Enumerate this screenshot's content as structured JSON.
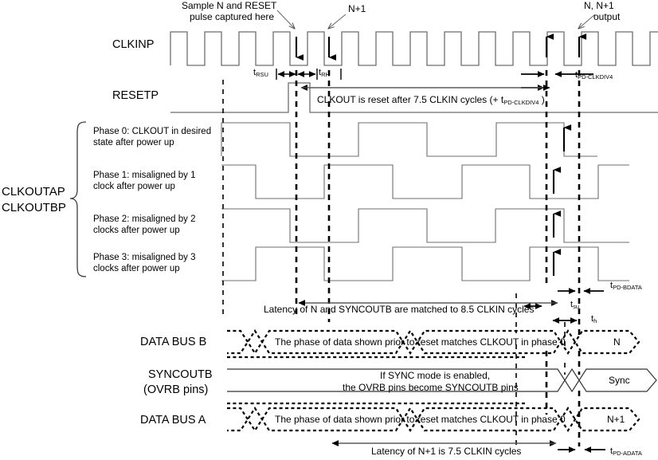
{
  "diagram": {
    "title": "CLKOUT reset and data latency timing diagram",
    "colors": {
      "wave": "#6e6e6e",
      "ink": "#000000",
      "bg": "#ffffff"
    }
  },
  "signals": {
    "clkinp": "CLKINP",
    "resetp": "RESETP",
    "clkout_group_line1": "CLKOUTAP",
    "clkout_group_line2": "CLKOUTBP",
    "data_bus_b": "DATA BUS B",
    "syncoutb_line1": "SYNCOUTB",
    "syncoutb_line2": "(OVRB pins)",
    "data_bus_a": "DATA BUS A"
  },
  "callouts": {
    "sample_line1": "Sample N and RESET",
    "sample_line2": "pulse captured here",
    "n_plus_1": "N+1",
    "output_line1": "N, N+1",
    "output_line2": "output"
  },
  "timing_marks": {
    "t_rsu_base": "t",
    "t_rsu_sub": "RSU",
    "t_rh_base": "t",
    "t_rh_sub": "RH",
    "t_pd_clkdiv4_base": "t",
    "t_pd_clkdiv4_sub": "PD-CLKDIV4",
    "t_pd_bdata_base": "t",
    "t_pd_bdata_sub": "PD-BDATA",
    "t_pd_adata_base": "t",
    "t_pd_adata_sub": "PD-ADATA",
    "t_su_base": "t",
    "t_su_sub": "su",
    "t_h_base": "t",
    "t_h_sub": "h"
  },
  "annotations": {
    "clkout_reset_pre": "CLKOUT is reset after 7.5 CLKIN cycles (+ t",
    "clkout_reset_sub": "PD-CLKDIV4",
    "clkout_reset_post": " )",
    "latency_n_sync": "Latency of N and SYNCOUTB are matched to 8.5 CLKIN cycles",
    "latency_n1": "Latency of N+1 is 7.5 CLKIN cycles",
    "bus_b_note": "The phase of data shown prior to reset matches CLKOUT in phase 0",
    "bus_a_note": "The phase of data shown prior to reset matches CLKOUT in phase 0",
    "sync_note_line1": "If SYNC mode is enabled,",
    "sync_note_line2": "the OVRB pins become SYNCOUTB pins"
  },
  "bus_values": {
    "bus_b_value": "N",
    "sync_value": "Sync",
    "bus_a_value": "N+1"
  },
  "phases": [
    {
      "line1": "Phase 0: CLKOUT in desired",
      "line2": "state after power up"
    },
    {
      "line1": "Phase 1:  misaligned by 1",
      "line2": "clock after power up"
    },
    {
      "line1": "Phase 2:  misaligned by 2",
      "line2": "clocks after power up"
    },
    {
      "line1": "Phase 3:  misaligned by 3",
      "line2": "clocks after power up"
    }
  ]
}
